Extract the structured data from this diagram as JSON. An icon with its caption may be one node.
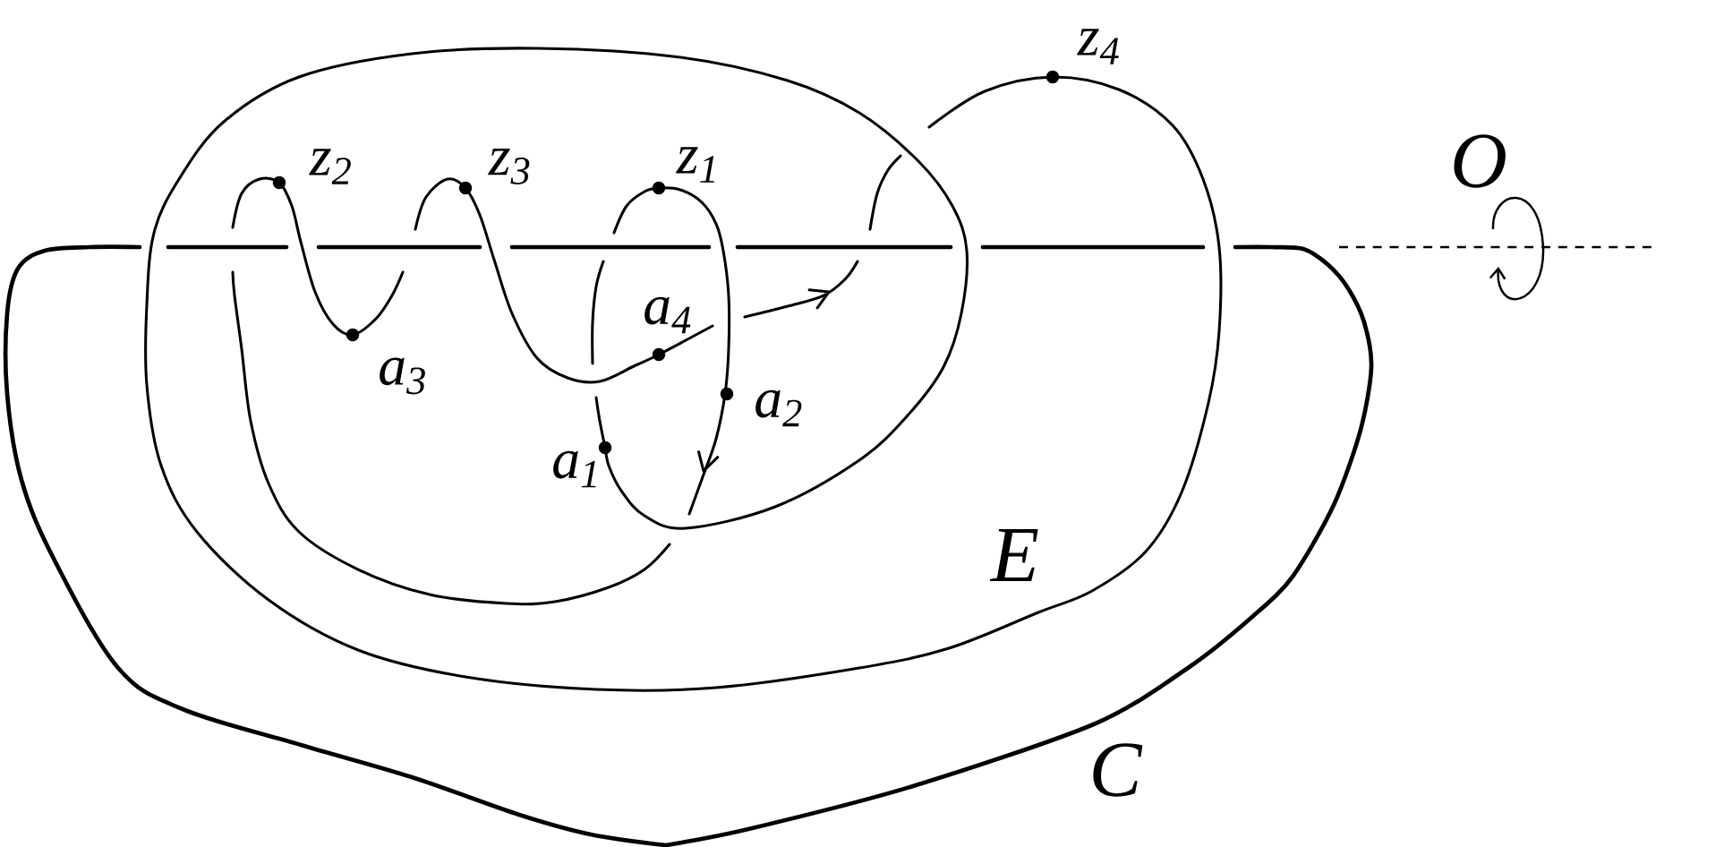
{
  "diagram": {
    "labels": [
      "z$_{4}$",
      "z$_{2}$",
      "z$_{3}$",
      "z$_{1}$",
      "O",
      "a$_{4}$",
      "a$_{3}$",
      "a$_{2}$",
      "a$_{1}$",
      "E",
      "C"
    ]
  }
}
